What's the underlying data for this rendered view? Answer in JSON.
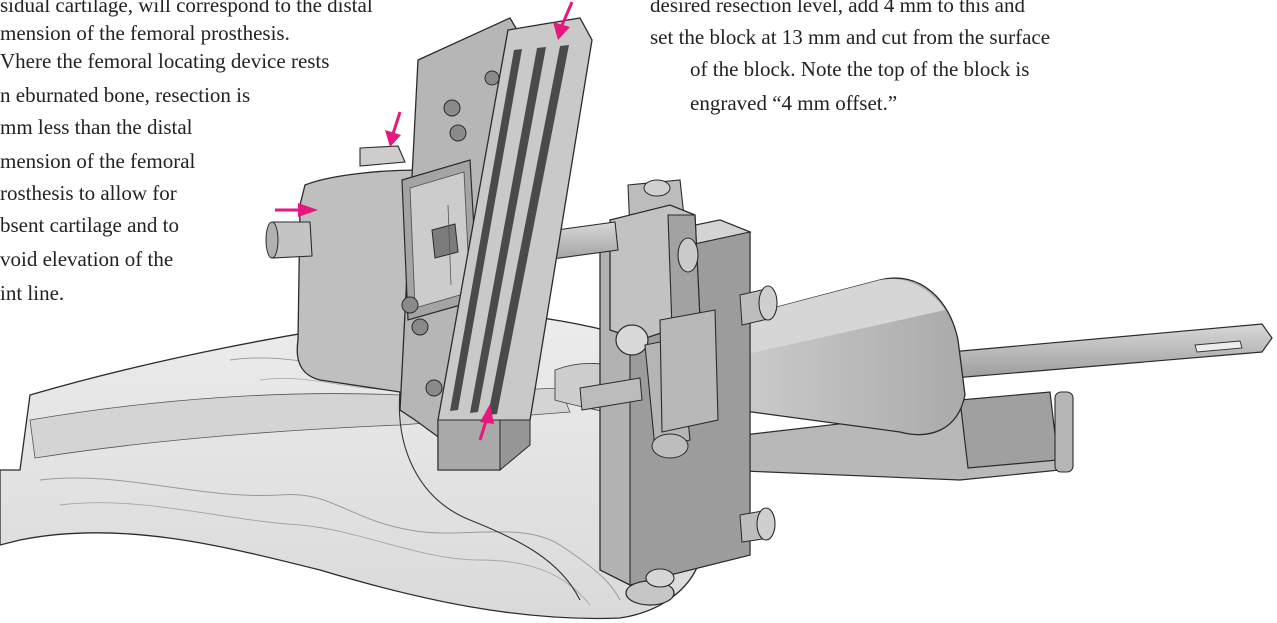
{
  "left_text": {
    "lines": [
      "sidual cartilage, will correspond to the distal",
      "mension of the femoral prosthesis.",
      "Vhere the femoral locating device rests",
      "n eburnated bone, resection is",
      "mm less than the distal",
      "mension of the femoral",
      "rosthesis to allow for",
      "bsent cartilage and to",
      "void elevation of the",
      "int line."
    ]
  },
  "right_text": {
    "lines": [
      "desired resection level, add 4 mm to this and",
      "set the block at 13 mm and cut from the surface",
      "of the block. Note the top of the block is",
      "engraved “4 mm offset.”"
    ]
  },
  "colors": {
    "arrow": "#e6177e",
    "device_light": "#c4c4c4",
    "device_mid": "#a8a8a8",
    "device_dark": "#6f6f6f",
    "slot": "#4a4a4a",
    "bone": "#e3e3e3",
    "bone_shade": "#cfcfcf",
    "outline": "#2b2b2b"
  },
  "icons": [
    "pink-arrow-icon"
  ]
}
